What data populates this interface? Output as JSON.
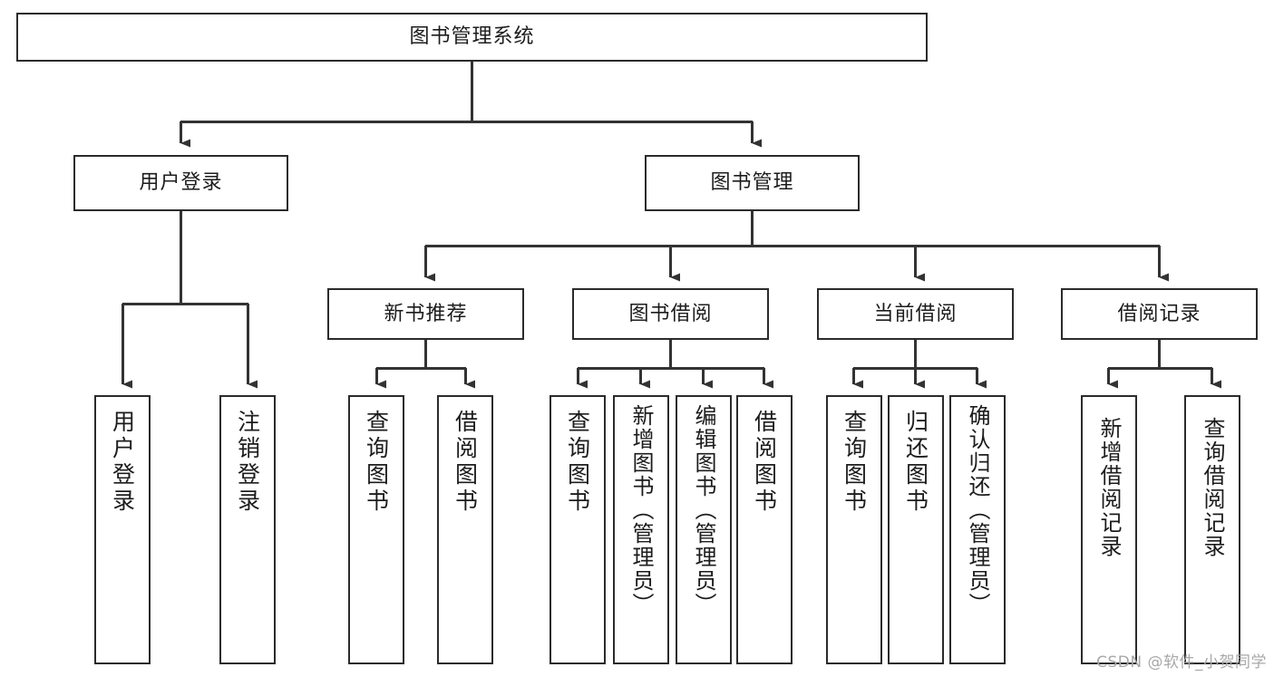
{
  "diagram": {
    "type": "tree",
    "title": "图书管理系统",
    "watermark": "CSDN @软件_小贺同学",
    "colors": {
      "box_border": "#2b2b2b",
      "box_fill": "#ffffff",
      "connector": "#333333",
      "text": "#1c1c1c",
      "watermark": "#a8a8a8"
    },
    "nodes": {
      "root": {
        "label": "图书管理系统"
      },
      "level2": [
        {
          "label": "用户登录"
        },
        {
          "label": "图书管理"
        }
      ],
      "level3": [
        {
          "label": "新书推荐"
        },
        {
          "label": "图书借阅"
        },
        {
          "label": "当前借阅"
        },
        {
          "label": "借阅记录"
        }
      ],
      "leaves": {
        "user_login": [
          {
            "label": "用户登录"
          },
          {
            "label": "注销登录"
          }
        ],
        "new_book": [
          {
            "label": "查询图书"
          },
          {
            "label": "借阅图书"
          }
        ],
        "book_borrow": [
          {
            "label": "查询图书"
          },
          {
            "label": "新增图书（管理员）"
          },
          {
            "label": "编辑图书（管理员）"
          },
          {
            "label": "借阅图书"
          }
        ],
        "current_borrow": [
          {
            "label": "查询图书"
          },
          {
            "label": "归还图书"
          },
          {
            "label": "确认归还（管理员）"
          }
        ],
        "borrow_record": [
          {
            "label": "新增借阅记录"
          },
          {
            "label": "查询借阅记录"
          }
        ]
      }
    }
  }
}
